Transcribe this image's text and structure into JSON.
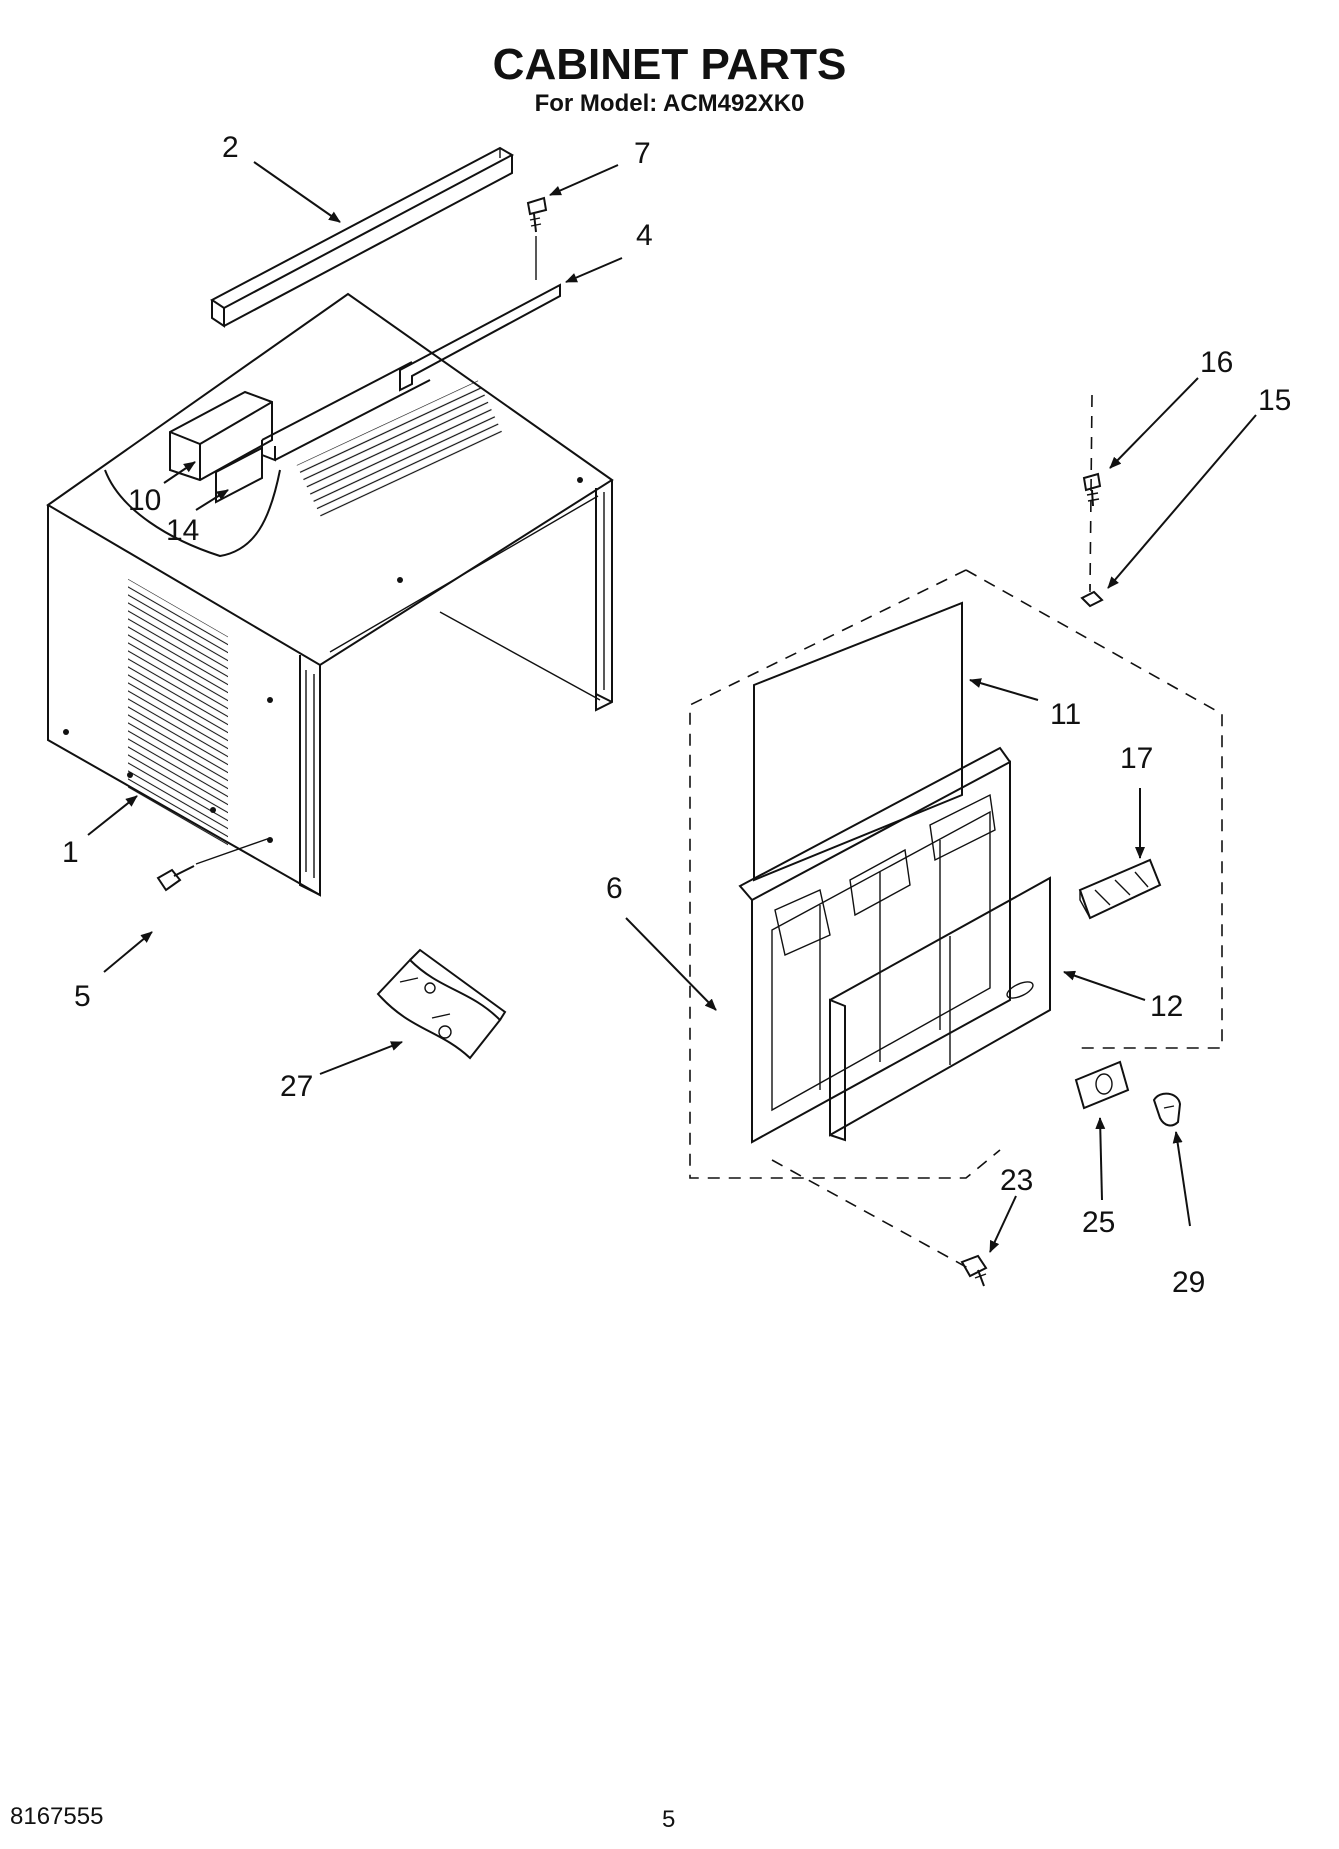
{
  "header": {
    "title": "CABINET PARTS",
    "subtitle": "For Model: ACM492XK0"
  },
  "callouts": {
    "c1": "1",
    "c2": "2",
    "c4": "4",
    "c5": "5",
    "c6": "6",
    "c7": "7",
    "c10": "10",
    "c11": "11",
    "c12": "12",
    "c14": "14",
    "c15": "15",
    "c16": "16",
    "c17": "17",
    "c23": "23",
    "c25": "25",
    "c27": "27",
    "c29": "29"
  },
  "footer": {
    "doc_number": "8167555",
    "page_number": "5"
  }
}
